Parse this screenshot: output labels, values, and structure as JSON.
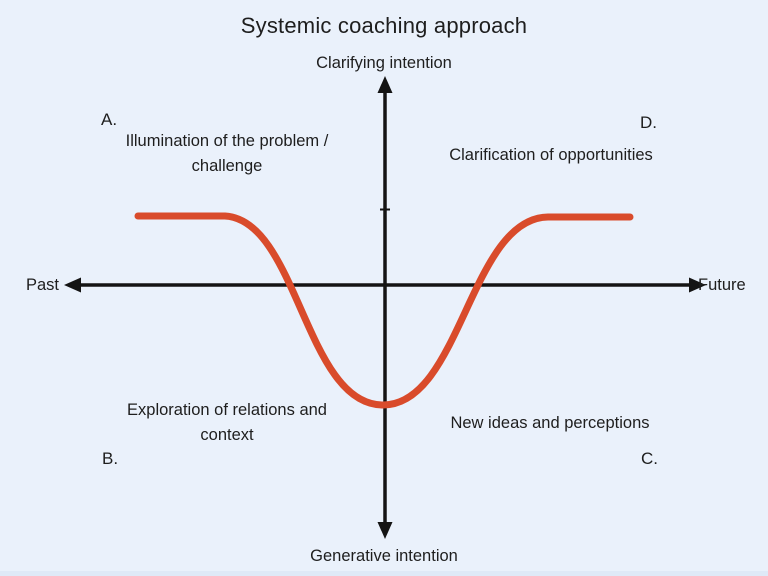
{
  "title": "Systemic coaching approach",
  "axes": {
    "top_label": "Clarifying intention",
    "bottom_label": "Generative intention",
    "left_label": "Past",
    "right_label": "Future"
  },
  "quadrants": {
    "top_left": {
      "letter": "A.",
      "text": "Illumination of the problem / challenge"
    },
    "top_right": {
      "letter": "D.",
      "text": "Clarification of opportunities"
    },
    "bottom_left": {
      "letter": "B.",
      "text": "Exploration of relations and context"
    },
    "bottom_right": {
      "letter": "C.",
      "text": "New ideas and perceptions"
    }
  },
  "curve": {
    "shape": "inverted-bell",
    "description": "Orange curve runs flat above the time axis on the Past side, dips below the axis around the vertical (intention) axis, and returns flat above the axis toward the Future side"
  },
  "colors": {
    "background": "#EAF1FB",
    "axis": "#141414",
    "text": "#1E1E1E",
    "curve": "#D94B2B"
  }
}
